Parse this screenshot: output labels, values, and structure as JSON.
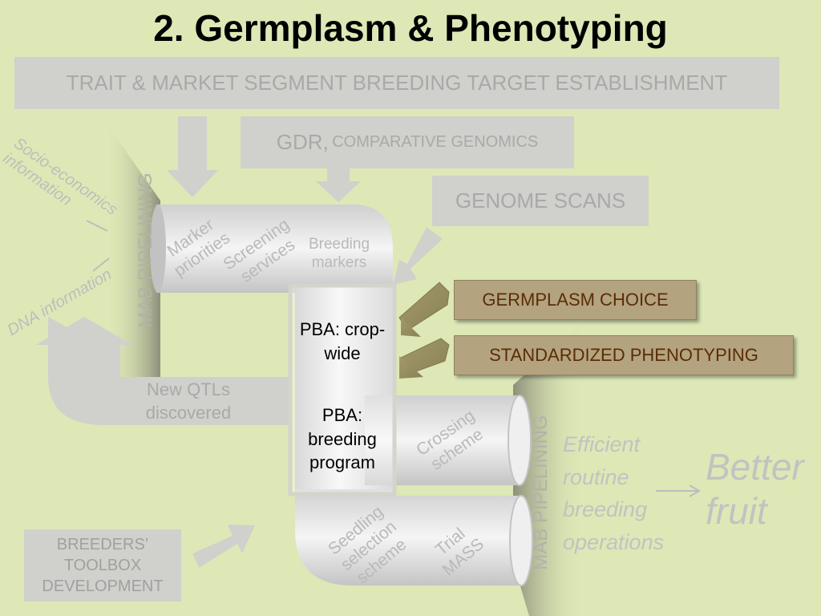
{
  "title": "2. Germplasm & Phenotyping",
  "boxes": {
    "trait_target": "TRAIT & MARKET SEGMENT BREEDING TARGET ESTABLISHMENT",
    "gdr_main": "GDR,",
    "gdr_sub": "COMPARATIVE GENOMICS",
    "genome_scans": "GENOME SCANS",
    "germplasm_choice": "GERMPLASM CHOICE",
    "standardized_phenotyping": "STANDARDIZED PHENOTYPING",
    "breeders_toolbox": "BREEDERS’ TOOLBOX DEVELOPMENT"
  },
  "side_labels": {
    "socio_economics": "Socio-economics information",
    "dna_information": "DNA information",
    "mab_pipelining_left": "MAB PIPELINING",
    "mab_pipelining_right": "MAB PIPELINING",
    "new_qtls": "New QTLs discovered"
  },
  "pipe_labels": {
    "marker_priorities": "Marker priorities",
    "screening_services": "Screening services",
    "breeding_markers": "Breeding markers",
    "crossing_scheme": "Crossing scheme",
    "seedling_selection": "Seedling selection scheme",
    "trial_mass": "Trial MASS"
  },
  "pba": {
    "crop_wide": "PBA: crop-wide",
    "breeding_program": "PBA: breeding program"
  },
  "outcomes": {
    "efficient": "Efficient routine breeding operations",
    "better_fruit": "Better fruit"
  },
  "colors": {
    "background": "#dde8b6",
    "grey_box": "#d0d0cc",
    "grey_text": "#a9a9a9",
    "olive_box": "#b3a37e",
    "olive_text": "#5a2d08"
  }
}
